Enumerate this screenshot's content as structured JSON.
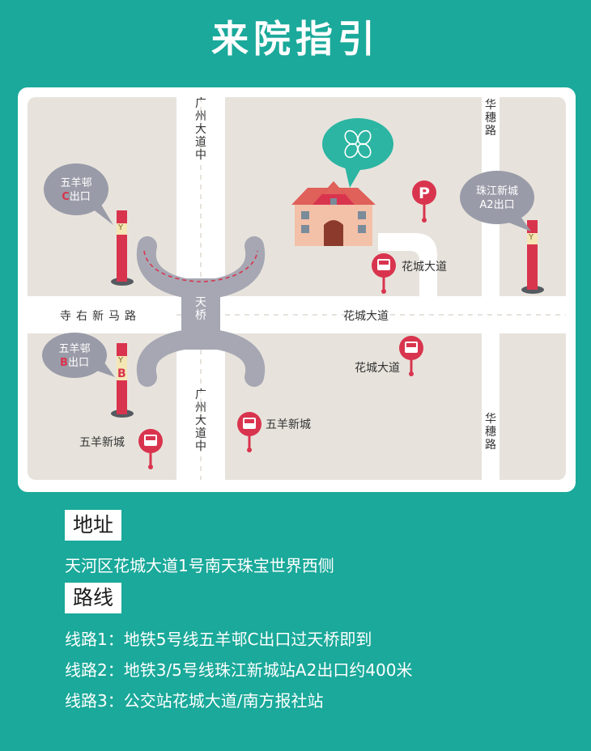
{
  "title": "来院指引",
  "map": {
    "roads": {
      "guangzhou_top": "广州大道中",
      "guangzhou_bottom": "广州大道中",
      "huasui_top": "华穗路",
      "huasui_bottom": "华穗路",
      "siyouxinma": "寺右新马路",
      "huacheng": "花城大道",
      "tianqiao": "天桥"
    },
    "bubbles": {
      "exit_c": {
        "line1": "五羊邨",
        "letter": "C",
        "suffix": "出口"
      },
      "exit_b": {
        "line1": "五羊邨",
        "letter": "B",
        "suffix": "出口"
      },
      "exit_a2": {
        "line1": "珠江新城",
        "line2": "A2出口"
      }
    },
    "metro_signs": {
      "c": "Y",
      "b_top": "Y",
      "b_letter": "B",
      "a2": "Y"
    },
    "bus_stops": {
      "huacheng_upper": "花城大道",
      "huacheng_lower": "花城大道",
      "wuyang_center": "五羊新城",
      "wuyang_left": "五羊新城"
    },
    "parking_label": "P"
  },
  "address": {
    "heading": "地址",
    "text": "天河区花城大道1号南天珠宝世界西侧"
  },
  "routes": {
    "heading": "路线",
    "items": [
      "线路1：地铁5号线五羊邨C出口过天桥即到",
      "线路2：地铁3/5号线珠江新城站A2出口约400米",
      "线路3：公交站花城大道/南方报社站"
    ]
  },
  "colors": {
    "background": "#1aa99a",
    "map_ground": "#e7e3dc",
    "road": "#ffffff",
    "accent_red": "#d9344e",
    "bubble_grey": "#9a9ba8",
    "bridge": "#a6a7b3"
  }
}
